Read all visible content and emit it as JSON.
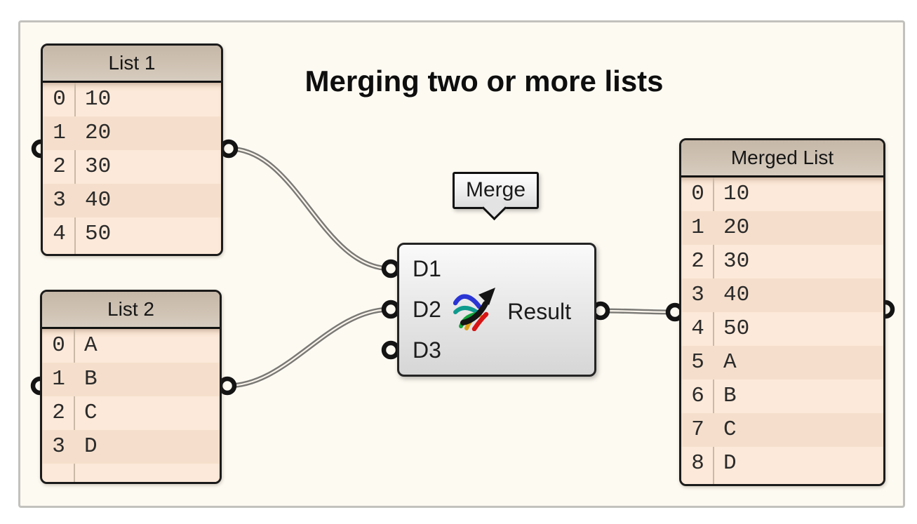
{
  "title": "Merging two or more lists",
  "panels": {
    "list1": {
      "title": "List 1",
      "rows": [
        {
          "i": "0",
          "v": "10"
        },
        {
          "i": "1",
          "v": "20"
        },
        {
          "i": "2",
          "v": "30"
        },
        {
          "i": "3",
          "v": "40"
        },
        {
          "i": "4",
          "v": "50"
        }
      ]
    },
    "list2": {
      "title": "List 2",
      "rows": [
        {
          "i": "0",
          "v": "A"
        },
        {
          "i": "1",
          "v": "B"
        },
        {
          "i": "2",
          "v": "C"
        },
        {
          "i": "3",
          "v": "D"
        }
      ]
    },
    "merged": {
      "title": "Merged List",
      "rows": [
        {
          "i": "0",
          "v": "10"
        },
        {
          "i": "1",
          "v": "20"
        },
        {
          "i": "2",
          "v": "30"
        },
        {
          "i": "3",
          "v": "40"
        },
        {
          "i": "4",
          "v": "50"
        },
        {
          "i": "5",
          "v": "A"
        },
        {
          "i": "6",
          "v": "B"
        },
        {
          "i": "7",
          "v": "C"
        },
        {
          "i": "8",
          "v": "D"
        }
      ]
    }
  },
  "component": {
    "tooltip": "Merge",
    "inputs": [
      {
        "label": "D1"
      },
      {
        "label": "D2"
      },
      {
        "label": "D3"
      }
    ],
    "output": "Result",
    "icon": "merge-arrows-icon"
  },
  "colors": {
    "canvas_bg": "#fdfaf2",
    "panel_header": "#cbbdad",
    "row_light": "#fde9d9",
    "row_dark": "#f5dfcc",
    "wire": "#7b7975",
    "icon_blue": "#2a35d4",
    "icon_teal": "#0f9b8e",
    "icon_green": "#15a53b",
    "icon_amber": "#dd9f16",
    "icon_red": "#d81414"
  }
}
